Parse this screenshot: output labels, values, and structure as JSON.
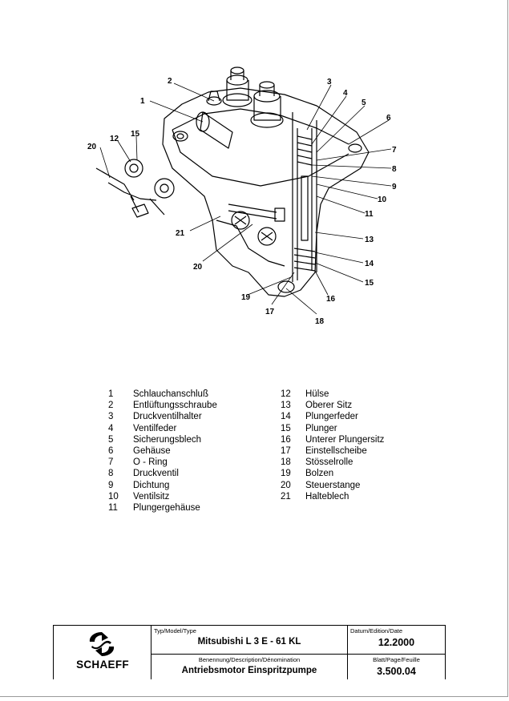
{
  "drawing": {
    "callouts": [
      "1",
      "2",
      "3",
      "4",
      "5",
      "6",
      "7",
      "8",
      "9",
      "10",
      "11",
      "12",
      "13",
      "14",
      "15",
      "16",
      "17",
      "18",
      "19",
      "20",
      "21"
    ]
  },
  "legend": {
    "left": [
      {
        "num": "1",
        "label": "Schlauchanschluß"
      },
      {
        "num": "2",
        "label": "Entlüftungsschraube"
      },
      {
        "num": "3",
        "label": "Druckventilhalter"
      },
      {
        "num": "4",
        "label": "Ventilfeder"
      },
      {
        "num": "5",
        "label": "Sicherungsblech"
      },
      {
        "num": "6",
        "label": "Gehäuse"
      },
      {
        "num": "7",
        "label": "O - Ring"
      },
      {
        "num": "8",
        "label": "Druckventil"
      },
      {
        "num": "9",
        "label": "Dichtung"
      },
      {
        "num": "10",
        "label": "Ventilsitz"
      },
      {
        "num": "11",
        "label": "Plungergehäuse"
      }
    ],
    "right": [
      {
        "num": "12",
        "label": "Hülse"
      },
      {
        "num": "13",
        "label": "Oberer Sitz"
      },
      {
        "num": "14",
        "label": "Plungerfeder"
      },
      {
        "num": "15",
        "label": "Plunger"
      },
      {
        "num": "16",
        "label": "Unterer Plungersitz"
      },
      {
        "num": "17",
        "label": "Einstellscheibe"
      },
      {
        "num": "18",
        "label": "Stösselrolle"
      },
      {
        "num": "19",
        "label": "Bolzen"
      },
      {
        "num": "20",
        "label": "Steuerstange"
      },
      {
        "num": "21",
        "label": "Halteblech"
      }
    ]
  },
  "title_block": {
    "brand": "SCHAEFF",
    "model_label": "Typ/Model/Type",
    "model_value": "Mitsubishi  L 3 E - 61 KL",
    "description_label": "Benennung/Description/Dénomination",
    "description_value": "Antriebsmotor Einspritzpumpe",
    "date_label": "Datum/Edition/Date",
    "date_value": "12.2000",
    "page_label": "Blatt/Page/Feuille",
    "page_value": "3.500.04"
  }
}
